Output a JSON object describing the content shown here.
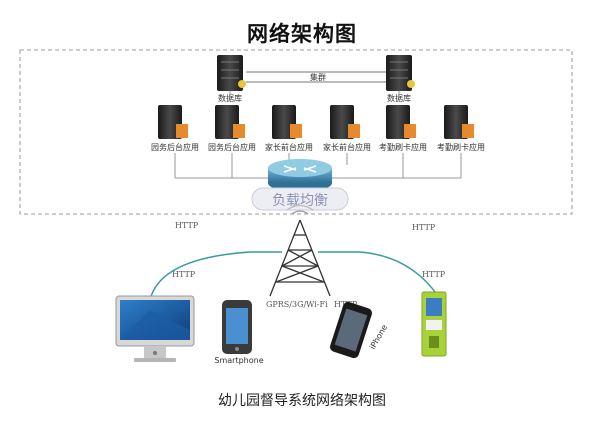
{
  "title": "网络架构图",
  "cluster_label": "集群",
  "database_labels": [
    "数据库",
    "数据库"
  ],
  "app_labels": [
    "园务后台应用",
    "园务后台应用",
    "家长前台应用",
    "家长前台应用",
    "考勤刷卡应用",
    "考勤刷卡应用"
  ],
  "load_balancer_label": "负载均衡",
  "http_label": "HTTP",
  "network_label": "GPRS/3G/Wi-Fi",
  "smartphone_label": "Smartphone",
  "iphone_label": "iPhone",
  "caption": "幼儿园督导系统网络架构图",
  "colors": {
    "server_dark": "#2a2a2a",
    "server_orange": "#e58a2e",
    "link_teal": "#3a9aa0",
    "card_green": "#a8d23a"
  }
}
